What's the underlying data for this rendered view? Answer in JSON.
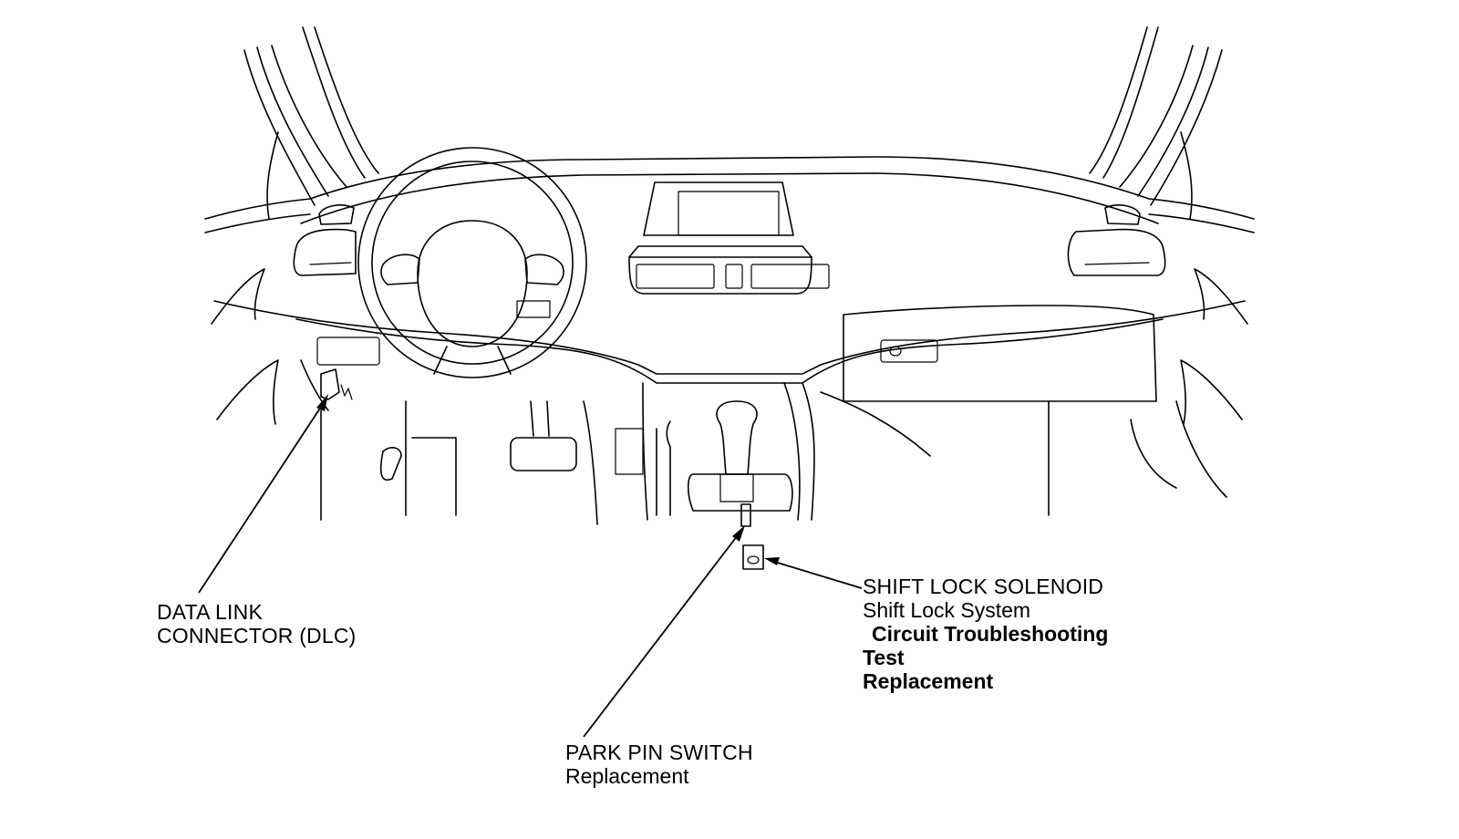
{
  "callouts": {
    "dlc": {
      "line1": "DATA LINK",
      "line2": "CONNECTOR (DLC)"
    },
    "park_pin_switch": {
      "title": "PARK PIN SWITCH",
      "link_replacement": "Replacement"
    },
    "shift_lock_solenoid": {
      "title": "SHIFT LOCK SOLENOID",
      "link_system": "Shift Lock System",
      "link_circuit": "Circuit Troubleshooting",
      "link_test": "Test",
      "link_replacement": "Replacement"
    }
  },
  "colors": {
    "line": "#000000",
    "background": "#ffffff"
  }
}
